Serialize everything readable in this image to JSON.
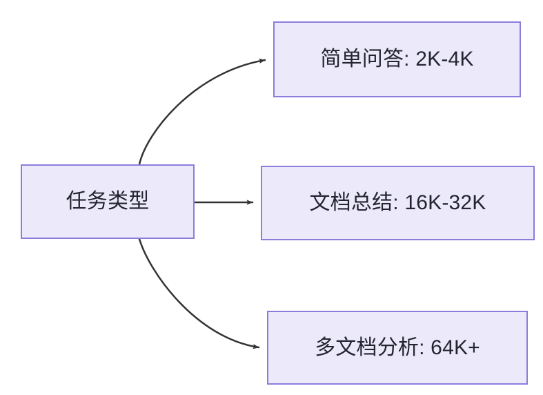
{
  "diagram": {
    "type": "flowchart",
    "direction": "left-to-right",
    "background_color": "#ffffff",
    "node_fill_color": "#ebe9fa",
    "node_border_color": "#8b7ddb",
    "node_text_color": "#232530",
    "edge_color": "#333333",
    "root": {
      "id": "root",
      "label": "任务类型"
    },
    "branches": [
      {
        "id": "simple-qa",
        "label": "简单问答: 2K-4K",
        "task": "简单问答",
        "range": "2K-4K"
      },
      {
        "id": "doc-summary",
        "label": "文档总结: 16K-32K",
        "task": "文档总结",
        "range": "16K-32K"
      },
      {
        "id": "multidoc",
        "label": "多文档分析: 64K+",
        "task": "多文档分析",
        "range": "64K+"
      }
    ]
  }
}
